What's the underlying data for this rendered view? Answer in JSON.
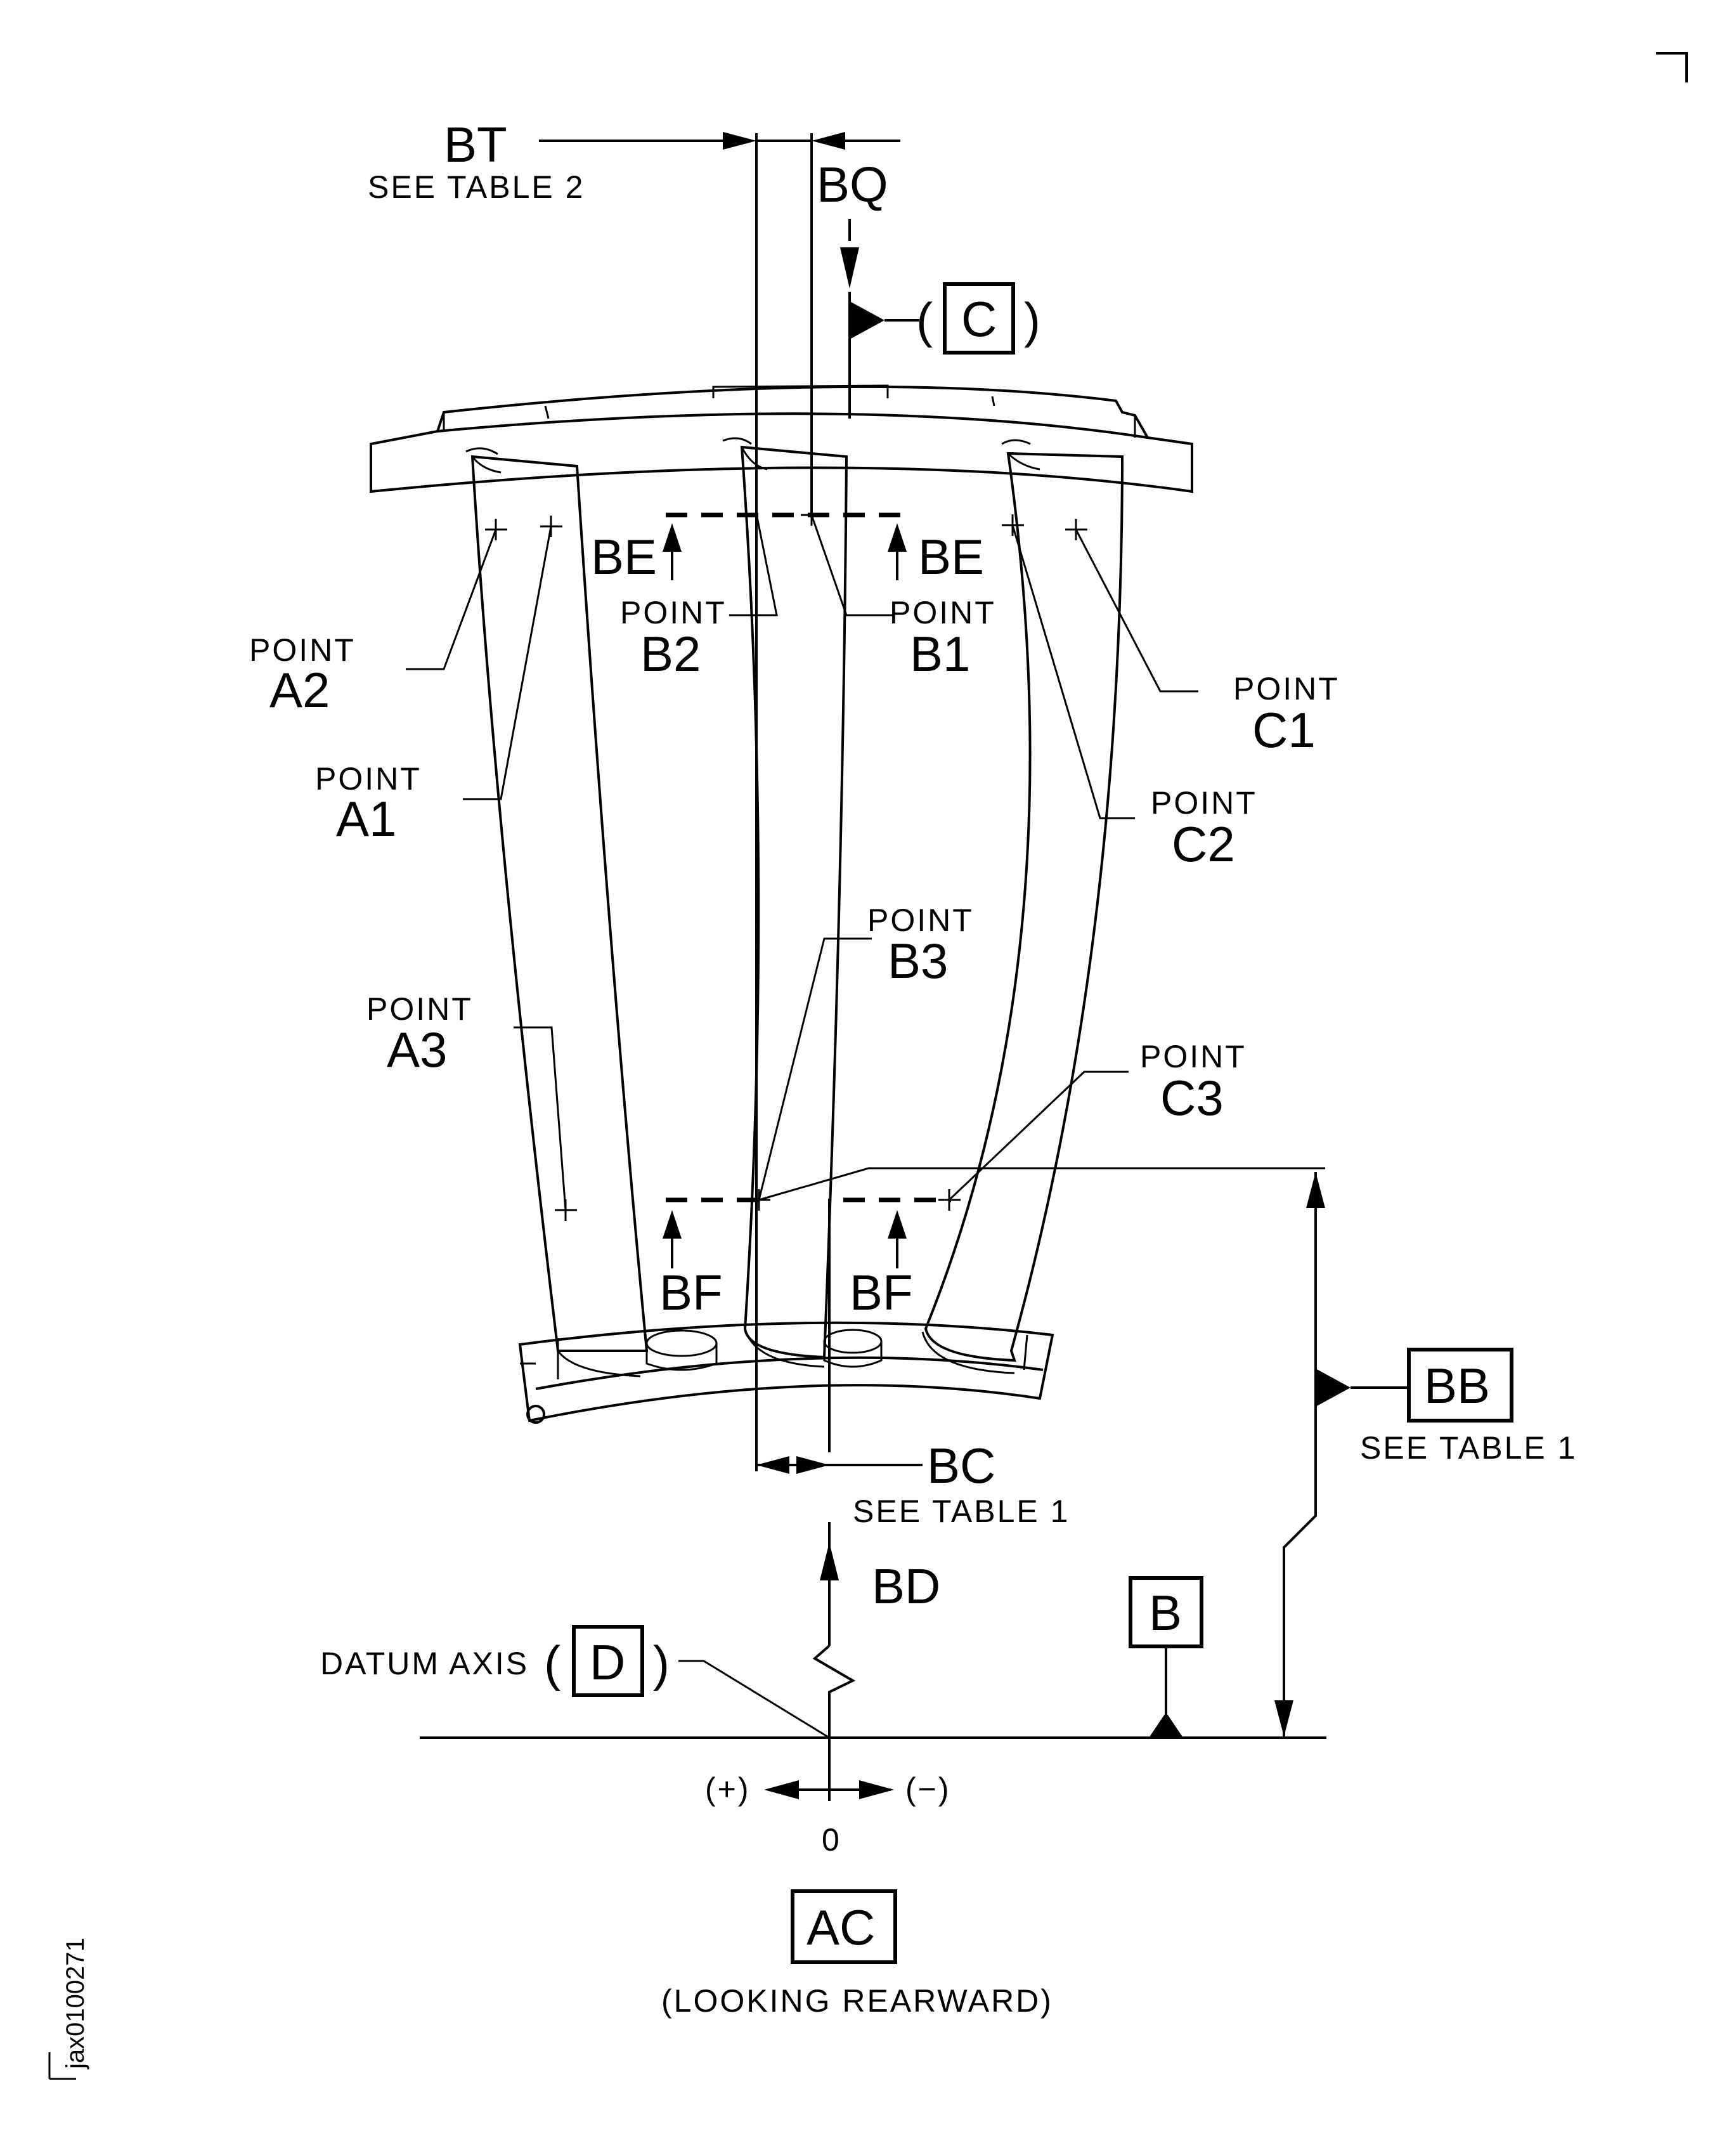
{
  "dimensions": {
    "BT": "BT",
    "see_table_2": "SEE TABLE 2",
    "BQ": "BQ",
    "BE": "BE",
    "BF": "BF",
    "BC": "BC",
    "see_table_1_bc": "SEE TABLE 1",
    "BD": "BD",
    "BB": "BB",
    "see_table_1_bb": "SEE TABLE 1"
  },
  "points": {
    "word": "POINT",
    "A1": "A1",
    "A2": "A2",
    "A3": "A3",
    "B1": "B1",
    "B2": "B2",
    "B3": "B3",
    "C1": "C1",
    "C2": "C2",
    "C3": "C3"
  },
  "datums": {
    "C": "C",
    "D": "D",
    "B": "B",
    "datum_axis": "DATUM AXIS",
    "open_paren": "(",
    "close_paren": ")"
  },
  "axis": {
    "plus": "(+)",
    "minus": "(−)",
    "zero": "0"
  },
  "view": {
    "label": "AC",
    "caption": "(LOOKING REARWARD)"
  },
  "figure_id": "jax0100271"
}
